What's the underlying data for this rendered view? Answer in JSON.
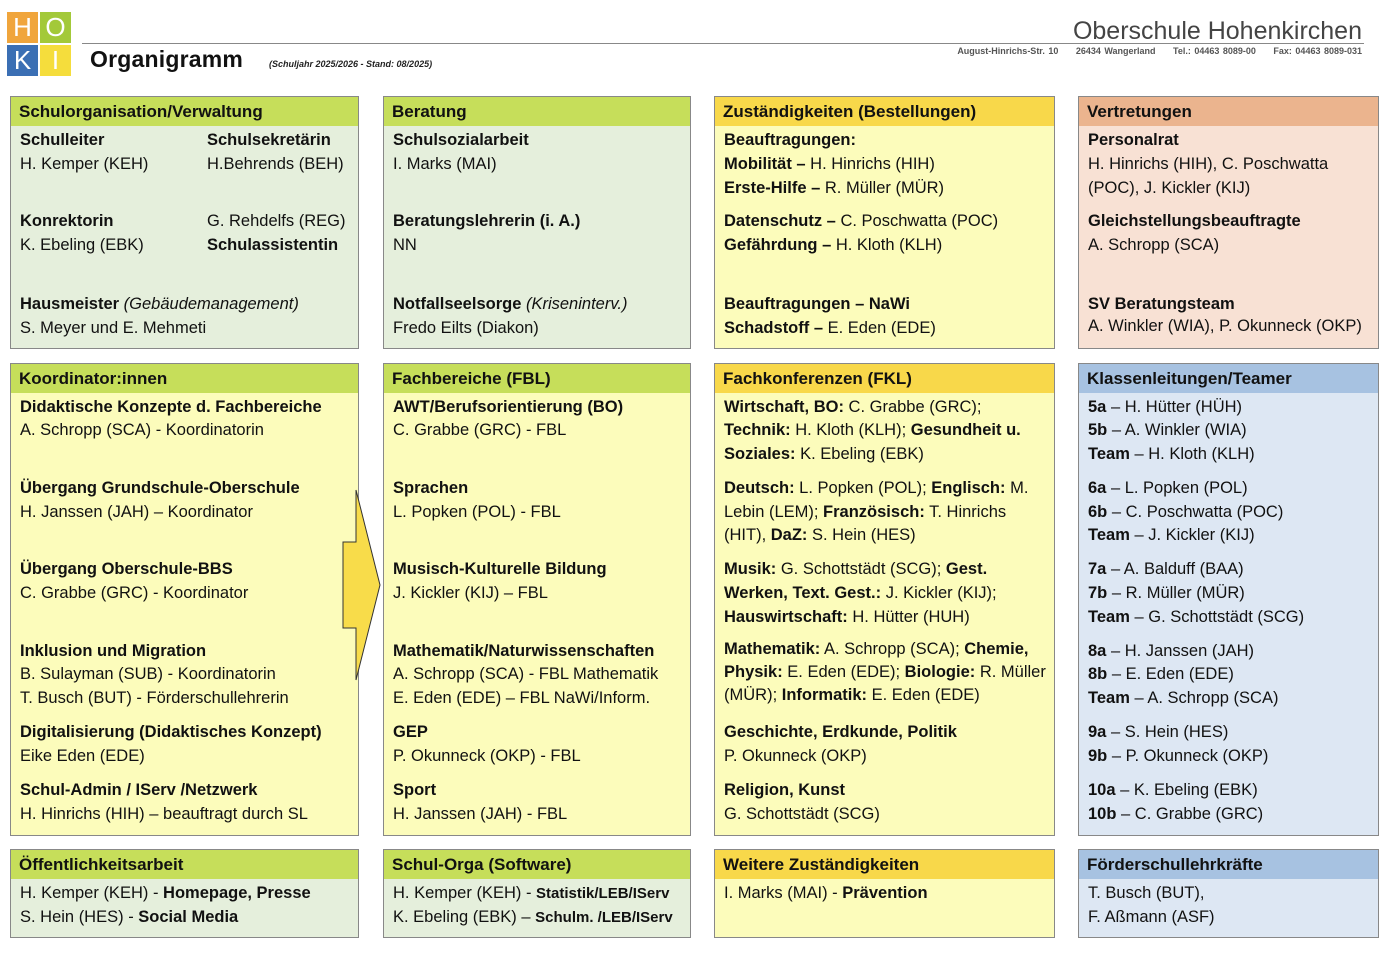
{
  "header": {
    "logo_letters": [
      "H",
      "O",
      "K",
      "I"
    ],
    "title": "Organigramm",
    "subtitle": "(Schuljahr 2025/2026 - Stand: 08/2025)",
    "school_name": "Oberschule Hohenkirchen",
    "address": "August-Hinrichs-Str. 10     26434 Wangerland     Tel.: 04463 8089-00     Fax: 04463 8089-031"
  },
  "colors": {
    "logo_h": "#f0a53c",
    "logo_o": "#a3c939",
    "logo_k": "#3b6fb4",
    "logo_i": "#f5dd3c",
    "green_header": "#c6de5a",
    "green_body": "#e5efdc",
    "yellow_header": "#f8d84a",
    "yellow_body": "#fcfcbb",
    "orange_header": "#ebb48e",
    "orange_body": "#f8e1d4",
    "blue_header": "#a7c2e1",
    "blue_body": "#dde7f3"
  },
  "boxes": {
    "schulorg": {
      "title": "Schulorganisation/Verwaltung",
      "schulleiter_label": "Schulleiter",
      "schulleiter": "H. Kemper (KEH)",
      "sekretaerin_label": "Schulsekretärin",
      "sekretaerin": "H.Behrends (BEH)",
      "konrektorin_label": "Konrektorin",
      "konrektorin": "K. Ebeling (EBK)",
      "assistentin_name": "G. Rehdelfs (REG)",
      "assistentin_label": "Schulassistentin",
      "hausmeister_label": "Hausmeister",
      "hausmeister_note": "(Gebäudemanagement)",
      "hausmeister": "S. Meyer und E. Mehmeti"
    },
    "beratung": {
      "title": "Beratung",
      "l1": "Schulsozialarbeit",
      "l2": "I. Marks (MAI)",
      "l3": "Beratungslehrerin (i. A.)",
      "l4": "NN",
      "l5": "Notfallseelsorge",
      "l5_note": "(Kriseninterv.)",
      "l6": "Fredo Eilts (Diakon)"
    },
    "zustaendig": {
      "title": "Zuständigkeiten (Bestellungen)",
      "l1": "Beauftragungen:",
      "l2a": "Mobilität – ",
      "l2b": "H. Hinrichs (HIH)",
      "l3a": "Erste-Hilfe – ",
      "l3b": "R. Müller (MÜR)",
      "l4a": "Datenschutz – ",
      "l4b": "C. Poschwatta (POC)",
      "l5a": "Gefährdung – ",
      "l5b": "H. Kloth (KLH)",
      "l6": "Beauftragungen – NaWi",
      "l7a": "Schadstoff – ",
      "l7b": "E. Eden (EDE)"
    },
    "vertretungen": {
      "title": "Vertretungen",
      "l1": "Personalrat",
      "l2": "H. Hinrichs (HIH), C. Poschwatta",
      "l3": "(POC), J. Kickler (KIJ)",
      "l4": "Gleichstellungsbeauftragte",
      "l5": "A. Schropp (SCA)",
      "l6": "SV Beratungsteam",
      "l7": "A. Winkler (WIA), P. Okunneck (OKP)"
    },
    "koordinatoren": {
      "title": "Koordinator:innen",
      "l1": "Didaktische Konzepte d. Fachbereiche",
      "l2": "A. Schropp (SCA) - Koordinatorin",
      "l3": "Übergang Grundschule-Oberschule",
      "l4": "H. Janssen (JAH) – Koordinator",
      "l5": "Übergang Oberschule-BBS",
      "l6": "C. Grabbe (GRC) - Koordinator",
      "l7": "Inklusion und Migration",
      "l8": "B. Sulayman (SUB) - Koordinatorin",
      "l9": "T. Busch (BUT) - Förderschullehrerin",
      "l10": "Digitalisierung (Didaktisches Konzept)",
      "l11": "Eike Eden (EDE)",
      "l12": "Schul-Admin / IServ /Netzwerk",
      "l13": "H. Hinrichs (HIH) – beauftragt durch SL"
    },
    "fachbereiche": {
      "title": "Fachbereiche (FBL)",
      "l1": "AWT/Berufsorientierung (BO)",
      "l2": "C. Grabbe (GRC) - FBL",
      "l3": "Sprachen",
      "l4": "L. Popken (POL) - FBL",
      "l5": "Musisch-Kulturelle Bildung",
      "l6": "J. Kickler (KIJ) – FBL",
      "l7": "Mathematik/Naturwissenschaften",
      "l8": "A. Schropp (SCA) - FBL Mathematik",
      "l9": "E. Eden (EDE) – FBL NaWi/Inform.",
      "l10": "GEP",
      "l11": "P. Okunneck (OKP) - FBL",
      "l12": "Sport",
      "l13": "H. Janssen (JAH) - FBL"
    },
    "fachkonferenzen": {
      "title": "Fachkonferenzen (FKL)",
      "r1": [
        [
          "Wirtschaft, BO:",
          true
        ],
        [
          " C. Grabbe (GRC);",
          false
        ]
      ],
      "r2": [
        [
          "Technik:",
          true
        ],
        [
          " H. Kloth (KLH); ",
          false
        ],
        [
          "Gesundheit u.",
          true
        ]
      ],
      "r3": [
        [
          "Soziales:",
          true
        ],
        [
          " K. Ebeling (EBK)",
          false
        ]
      ],
      "r4": [
        [
          "Deutsch:",
          true
        ],
        [
          " L. Popken (POL); ",
          false
        ],
        [
          "Englisch:",
          true
        ],
        [
          " M.",
          false
        ]
      ],
      "r5": [
        [
          "Lebin (LEM); ",
          false
        ],
        [
          "Französisch:",
          true
        ],
        [
          " T. Hinrichs",
          false
        ]
      ],
      "r6": [
        [
          "(HIT), ",
          false
        ],
        [
          "DaZ:",
          true
        ],
        [
          " S. Hein (HES)",
          false
        ]
      ],
      "r7": [
        [
          "Musik:",
          true
        ],
        [
          " G. Schottstädt (SCG); ",
          false
        ],
        [
          "Gest.",
          true
        ]
      ],
      "r8": [
        [
          "Werken, Text. Gest.:",
          true
        ],
        [
          " J. Kickler (KIJ);",
          false
        ]
      ],
      "r9": [
        [
          "Hauswirtschaft:",
          true
        ],
        [
          " H. Hütter (HUH)",
          false
        ]
      ],
      "r10": [
        [
          "Mathematik:",
          true
        ],
        [
          " A. Schropp (SCA); ",
          false
        ],
        [
          "Chemie,",
          true
        ]
      ],
      "r11": [
        [
          "Physik:",
          true
        ],
        [
          " E. Eden (EDE); ",
          false
        ],
        [
          "Biologie:",
          true
        ],
        [
          " R. Müller",
          false
        ]
      ],
      "r12": [
        [
          "(MÜR); ",
          false
        ],
        [
          "Informatik:",
          true
        ],
        [
          " E. Eden (EDE)",
          false
        ]
      ],
      "r13": [
        [
          "Geschichte, Erdkunde, Politik",
          true
        ]
      ],
      "r14": [
        [
          "P. Okunneck (OKP)",
          false
        ]
      ],
      "r15": [
        [
          "Religion, Kunst",
          true
        ]
      ],
      "r16": [
        [
          "G. Schottstädt (SCG)",
          false
        ]
      ]
    },
    "klassen": {
      "title": "Klassenleitungen/Teamer",
      "rows": [
        [
          "5a",
          " – H. Hütter (HÜH)"
        ],
        [
          "5b",
          " – A. Winkler (WIA)"
        ],
        [
          "Team",
          " – H. Kloth (KLH)"
        ],
        [
          "6a",
          " – L. Popken (POL)"
        ],
        [
          "6b",
          " – C. Poschwatta (POC)"
        ],
        [
          "Team",
          " – J. Kickler (KIJ)"
        ],
        [
          "7a",
          " – A. Balduff (BAA)"
        ],
        [
          "7b",
          " – R. Müller (MÜR)"
        ],
        [
          "Team",
          " – G. Schottstädt (SCG)"
        ],
        [
          "8a",
          " – H. Janssen (JAH)"
        ],
        [
          "8b",
          " – E. Eden (EDE)"
        ],
        [
          "Team",
          " – A. Schropp (SCA)"
        ],
        [
          "9a",
          " – S. Hein (HES)"
        ],
        [
          "9b",
          " – P. Okunneck (OKP)"
        ],
        [
          "10a",
          " – K. Ebeling (EBK)"
        ],
        [
          "10b",
          " – C. Grabbe (GRC)"
        ]
      ]
    },
    "oeffentlich": {
      "title": "Öffentlichkeitsarbeit",
      "l1a": "H. Kemper (KEH) - ",
      "l1b": "Homepage, Presse",
      "l2a": "S. Hein (HES) - ",
      "l2b": "Social Media"
    },
    "schulorga": {
      "title": "Schul-Orga (Software)",
      "l1a": "H. Kemper (KEH) - ",
      "l1b": "Statistik/LEB/IServ",
      "l2a": "K. Ebeling (EBK) – ",
      "l2b": "Schulm. /LEB/IServ"
    },
    "weitere": {
      "title": "Weitere Zuständigkeiten",
      "l1a": "I. Marks (MAI) - ",
      "l1b": "Prävention"
    },
    "foerder": {
      "title": "Förderschullehrkräfte",
      "l1": "T. Busch (BUT),",
      "l2": "F. Aßmann (ASF)"
    }
  }
}
